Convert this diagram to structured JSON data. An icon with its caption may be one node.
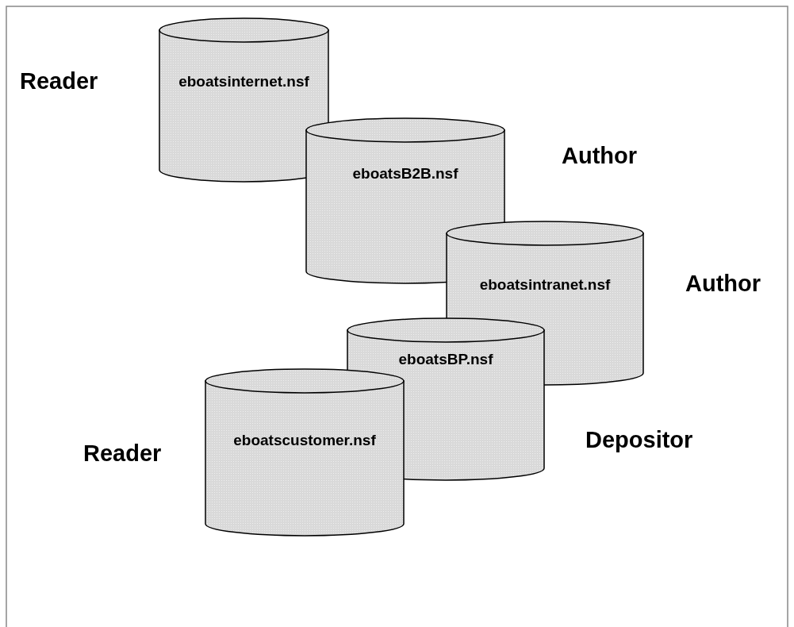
{
  "diagram": {
    "nodes": [
      {
        "text": [
          "eboatsinternet.nsf"
        ],
        "beside": [
          "Reader"
        ]
      },
      {
        "text": [
          "eboatsB2B.nsf"
        ],
        "beside": [
          "Author"
        ]
      },
      {
        "text": [
          "eboatsintranet.nsf"
        ],
        "beside": [
          "Author"
        ]
      },
      {
        "text": [
          "eboatsBP.nsf"
        ],
        "beside": [
          "Depositor"
        ]
      },
      {
        "text": [
          "eboatscustomer.nsf"
        ],
        "beside": [
          "Reader"
        ]
      }
    ]
  }
}
